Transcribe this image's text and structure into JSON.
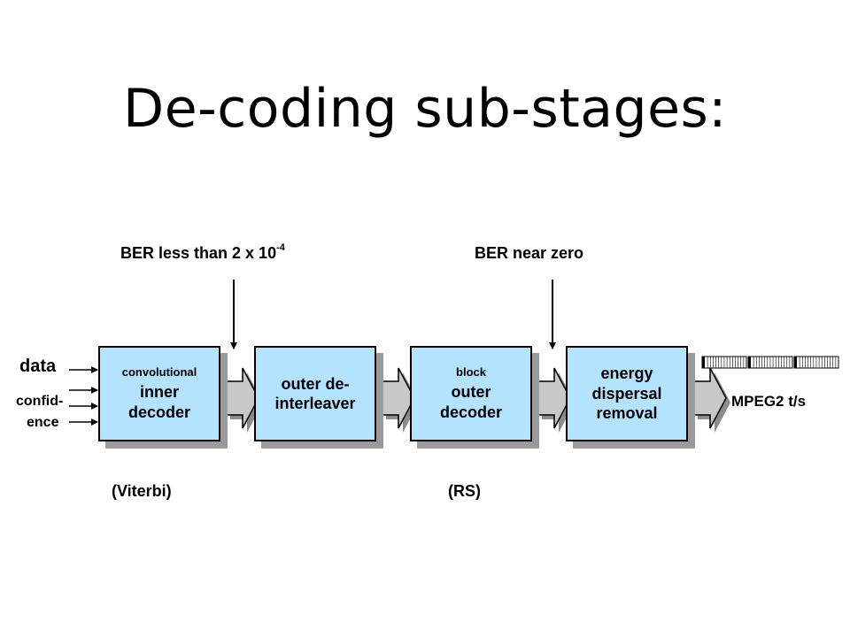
{
  "title": "De-coding sub-stages:",
  "annotations": {
    "ber_inner_prefix": "BER less than 2 x 10",
    "ber_inner_exp": "-4",
    "ber_outer": "BER near zero",
    "viterbi": "(Viterbi)",
    "rs": "(RS)"
  },
  "inputs": {
    "data": "data",
    "confidence_line1": "confid-",
    "confidence_line2": "ence"
  },
  "output": {
    "label": "MPEG2 t/s"
  },
  "stages": [
    {
      "line1": "convolutional",
      "line2": "inner",
      "line3": "decoder"
    },
    {
      "line1": "outer de-",
      "line2": "interleaver"
    },
    {
      "line1": "block",
      "line2": "outer",
      "line3": "decoder"
    },
    {
      "line1": "energy",
      "line2": "dispersal",
      "line3": "removal"
    }
  ],
  "colors": {
    "box_fill": "#b3e3ff",
    "shadow": "#9a9a9a",
    "arrow_fill": "#c8c8c8"
  }
}
